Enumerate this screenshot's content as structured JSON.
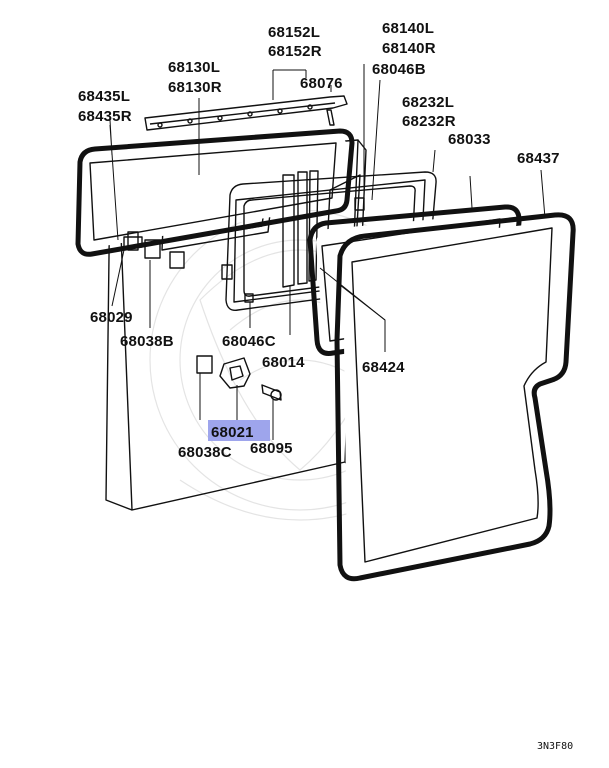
{
  "diagram": {
    "labels": {
      "p68152L": "68152L",
      "p68152R": "68152R",
      "p68140L": "68140L",
      "p68140R": "68140R",
      "p68130L": "68130L",
      "p68130R": "68130R",
      "p68076": "68076",
      "p68046B": "68046B",
      "p68435L": "68435L",
      "p68435R": "68435R",
      "p68232L": "68232L",
      "p68232R": "68232R",
      "p68033": "68033",
      "p68437": "68437",
      "p68029": "68029",
      "p68038B": "68038B",
      "p68046C": "68046C",
      "p68014": "68014",
      "p68424": "68424",
      "p68021": "68021",
      "p68038C": "68038C",
      "p68095": "68095"
    },
    "highlight_color": "#9ea5ec",
    "diagram_code": "3N3F80"
  }
}
